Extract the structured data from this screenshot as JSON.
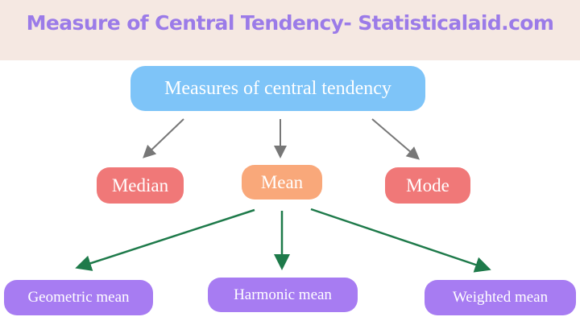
{
  "title": "Measure of Central Tendency- Statisticalaid.com",
  "root": "Measures of central tendency",
  "level1": [
    "Median",
    "Mean",
    "Mode"
  ],
  "level2": [
    "Geometric mean",
    "Harmonic mean",
    "Weighted mean"
  ],
  "colors": {
    "header_bg": "#f5e8e2",
    "title": "#9b7be8",
    "root": "#7ec4f8",
    "median_mode": "#f07878",
    "mean": "#f9a87a",
    "leaf": "#a77cf2",
    "gray_arrow": "#777777",
    "green_arrow": "#1e7a4a"
  }
}
